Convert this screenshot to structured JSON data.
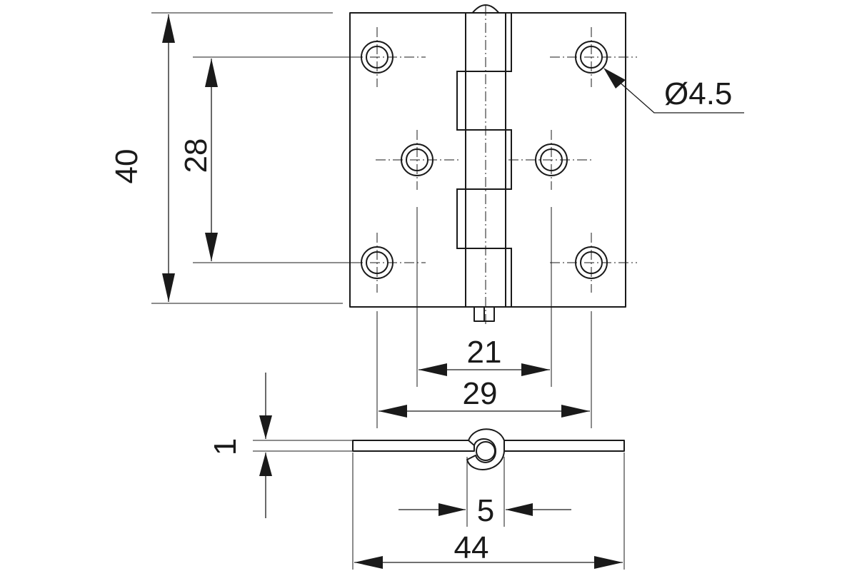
{
  "dimensions": {
    "height_overall": "40",
    "hole_spacing_vertical": "28",
    "hole_diameter": "Ø4.5",
    "inner_hole_spacing": "21",
    "outer_hole_spacing": "29",
    "leaf_thickness": "1",
    "knuckle_diameter": "5",
    "width_overall": "44"
  },
  "colors": {
    "line": "#1a1a1a",
    "background": "#ffffff"
  }
}
